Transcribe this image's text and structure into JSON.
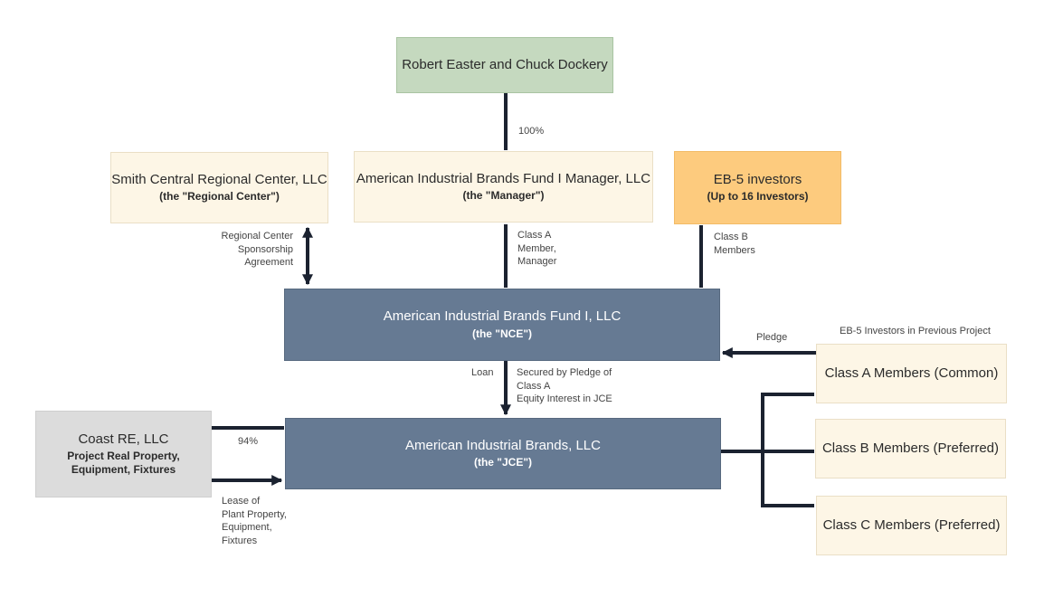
{
  "owners": {
    "title": "Robert Easter and Chuck Dockery"
  },
  "regional_center": {
    "title": "Smith Central Regional Center, LLC",
    "subtitle": "(the \"Regional Center\")"
  },
  "manager": {
    "title": "American Industrial Brands Fund I Manager, LLC",
    "subtitle": "(the \"Manager\")"
  },
  "eb5_investors": {
    "title": "EB-5 investors",
    "subtitle": "(Up to 16 Investors)"
  },
  "nce": {
    "title": "American Industrial Brands Fund I, LLC",
    "subtitle": "(the \"NCE\")"
  },
  "jce": {
    "title": "American Industrial Brands, LLC",
    "subtitle": "(the \"JCE\")"
  },
  "coast": {
    "title": "Coast RE, LLC",
    "subtitle_line1": "Project Real Property,",
    "subtitle_line2": "Equipment, Fixtures"
  },
  "previous_project": {
    "heading": "EB-5 Investors in Previous Project",
    "classes": [
      "Class A Members (Common)",
      "Class B Members (Preferred)",
      "Class C Members (Preferred)"
    ]
  },
  "labels": {
    "ownership_100": "100%",
    "rc_agreement": [
      "Regional Center",
      "Sponsorship",
      "Agreement"
    ],
    "class_a_member": [
      "Class A",
      "Member,",
      "Manager"
    ],
    "class_b_members": [
      "Class B",
      "Members"
    ],
    "pledge": "Pledge",
    "loan": "Loan",
    "secured_by": [
      "Secured by Pledge of",
      "Class A",
      "Equity Interest in JCE"
    ],
    "ownership_94": "94%",
    "lease": [
      "Lease of",
      "Plant Property,",
      "Equipment,",
      "Fixtures"
    ]
  }
}
